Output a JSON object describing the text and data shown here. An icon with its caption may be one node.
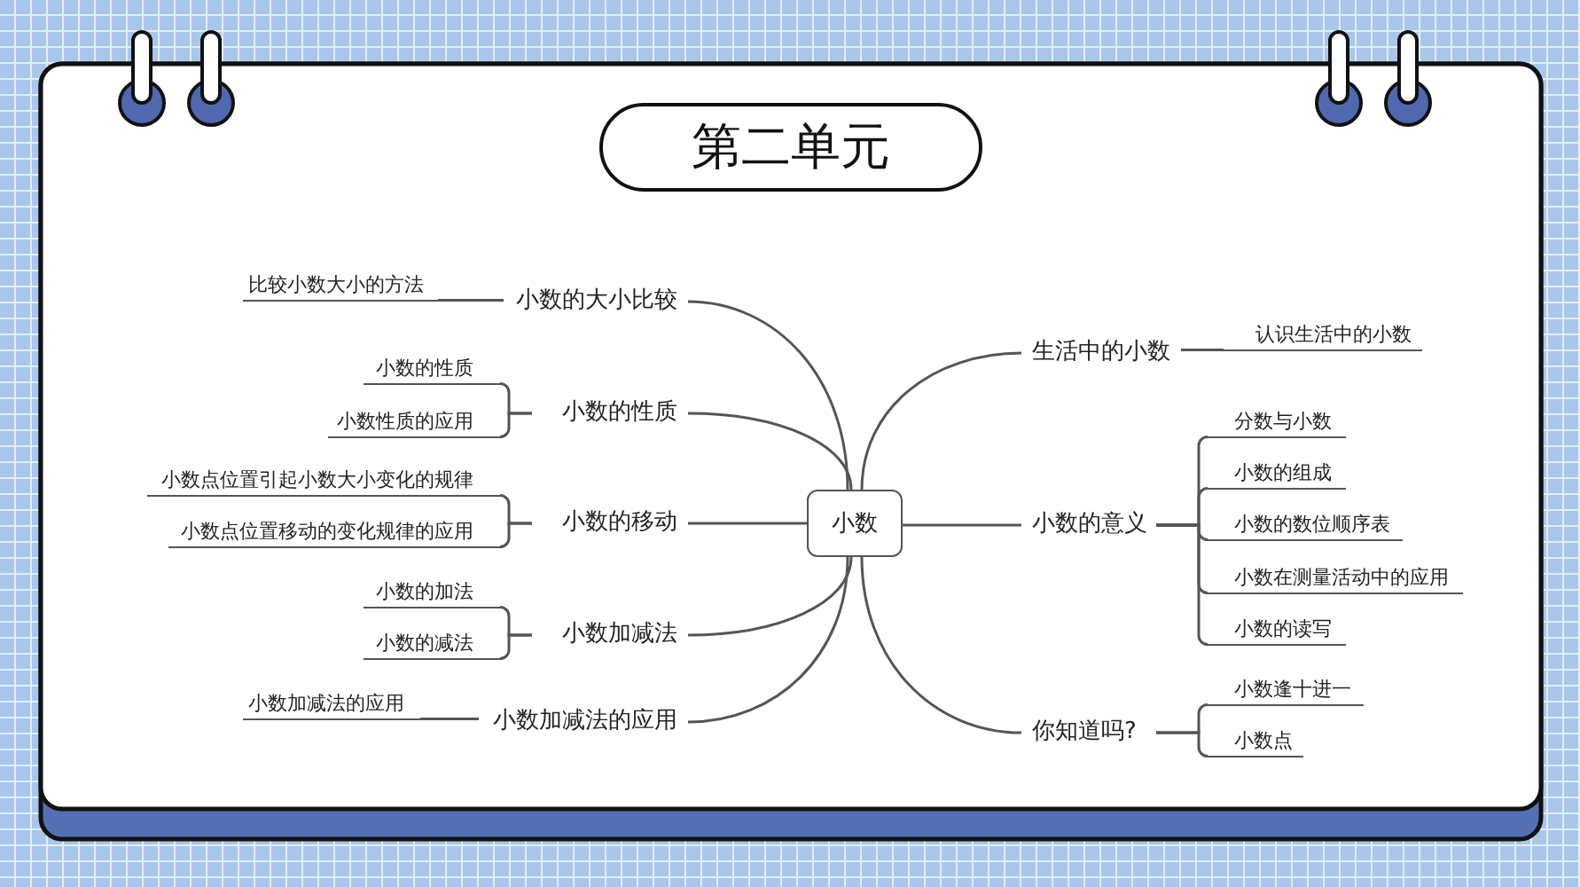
{
  "diagram": {
    "title": "第二单元",
    "nodes": [
      {
        "text": [
          "小数"
        ]
      },
      {
        "text": [
          "小数的大小比较"
        ]
      },
      {
        "text": [
          "小数的性质"
        ]
      },
      {
        "text": [
          "小数的移动"
        ]
      },
      {
        "text": [
          "小数加减法"
        ]
      },
      {
        "text": [
          "小数加减法的应用"
        ]
      },
      {
        "text": [
          "生活中的小数"
        ]
      },
      {
        "text": [
          "小数的意义"
        ]
      },
      {
        "text": [
          "你知道吗?"
        ]
      },
      {
        "text": [
          "比较小数大小的方法"
        ]
      },
      {
        "text": [
          "小数的性质"
        ]
      },
      {
        "text": [
          "小数性质的应用"
        ]
      },
      {
        "text": [
          "小数点位置引起小数大小变化的规律"
        ]
      },
      {
        "text": [
          "小数点位置移动的变化规律的应用"
        ]
      },
      {
        "text": [
          "小数的加法"
        ]
      },
      {
        "text": [
          "小数的减法"
        ]
      },
      {
        "text": [
          "小数加减法的应用"
        ]
      },
      {
        "text": [
          "认识生活中的小数"
        ]
      },
      {
        "text": [
          "分数与小数"
        ]
      },
      {
        "text": [
          "小数的组成"
        ]
      },
      {
        "text": [
          "小数的数位顺序表"
        ]
      },
      {
        "text": [
          "小数在测量活动中的应用"
        ]
      },
      {
        "text": [
          "小数的读写"
        ]
      },
      {
        "text": [
          "小数逢十进一"
        ]
      },
      {
        "text": [
          "小数点"
        ]
      }
    ],
    "edges": [
      {
        "from": 0,
        "to": 1,
        "arrow": "none"
      },
      {
        "from": 0,
        "to": 2,
        "arrow": "none"
      },
      {
        "from": 0,
        "to": 3,
        "arrow": "none"
      },
      {
        "from": 0,
        "to": 4,
        "arrow": "none"
      },
      {
        "from": 0,
        "to": 5,
        "arrow": "none"
      },
      {
        "from": 0,
        "to": 6,
        "arrow": "none"
      },
      {
        "from": 0,
        "to": 7,
        "arrow": "none"
      },
      {
        "from": 0,
        "to": 8,
        "arrow": "none"
      },
      {
        "from": 1,
        "to": 9,
        "arrow": "none"
      },
      {
        "from": 2,
        "to": 10,
        "arrow": "none"
      },
      {
        "from": 2,
        "to": 11,
        "arrow": "none"
      },
      {
        "from": 3,
        "to": 12,
        "arrow": "none"
      },
      {
        "from": 3,
        "to": 13,
        "arrow": "none"
      },
      {
        "from": 4,
        "to": 14,
        "arrow": "none"
      },
      {
        "from": 4,
        "to": 15,
        "arrow": "none"
      },
      {
        "from": 5,
        "to": 16,
        "arrow": "none"
      },
      {
        "from": 6,
        "to": 17,
        "arrow": "none"
      },
      {
        "from": 7,
        "to": 18,
        "arrow": "none"
      },
      {
        "from": 7,
        "to": 19,
        "arrow": "none"
      },
      {
        "from": 7,
        "to": 20,
        "arrow": "none"
      },
      {
        "from": 7,
        "to": 21,
        "arrow": "none"
      },
      {
        "from": 7,
        "to": 22,
        "arrow": "none"
      },
      {
        "from": 8,
        "to": 23,
        "arrow": "none"
      },
      {
        "from": 8,
        "to": 24,
        "arrow": "none"
      }
    ]
  }
}
